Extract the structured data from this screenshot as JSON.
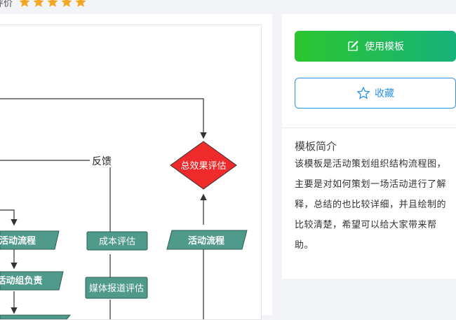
{
  "rating": {
    "label": "评价",
    "stars": 5,
    "star_color": "#f5a623"
  },
  "diagram": {
    "nodes": {
      "total_eval": "总效果评估",
      "feedback": "反馈",
      "activity_flow_left": "活动流程",
      "activity_group": "活动组负责",
      "cost_eval": "成本评估",
      "media_eval": "媒体报道评估",
      "activity_flow_right": "活动流程"
    },
    "colors": {
      "decision": "#ee2a2a",
      "process": "#4f9a8b",
      "line": "#333333"
    }
  },
  "actions": {
    "use_template": "使用模板",
    "favorite": "收藏"
  },
  "intro": {
    "title": "模板简介",
    "text": "该模板是活动策划组织结构流程图，主要是对如何策划一场活动进行了解释，总结的也比较详细，并且绘制的比较清楚，希望可以给大家带来帮助。"
  },
  "theme": {
    "accent_green": "#22c03a",
    "accent_blue": "#2c93e8"
  }
}
